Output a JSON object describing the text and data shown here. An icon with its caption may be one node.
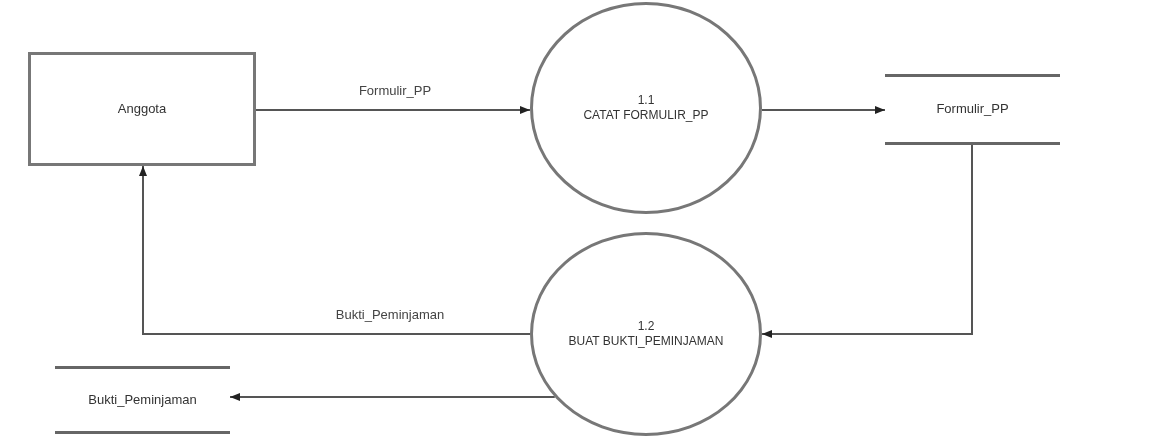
{
  "diagram": {
    "nodes": [
      {
        "text": [
          "Anggota"
        ]
      },
      {
        "text": [
          "1.1",
          "CATAT FORMULIR_PP"
        ]
      },
      {
        "text": [
          "Formulir_PP"
        ]
      },
      {
        "text": [
          "1.2",
          "BUAT BUKTI_PEMINJAMAN"
        ]
      },
      {
        "text": [
          "Bukti_Peminjaman"
        ]
      }
    ],
    "edges": [
      {
        "from": 0,
        "to": 1,
        "arrow": "to",
        "label": "Formulir_PP"
      },
      {
        "from": 1,
        "to": 2,
        "arrow": "to"
      },
      {
        "from": 2,
        "to": 3,
        "arrow": "to"
      },
      {
        "from": 3,
        "to": 0,
        "arrow": "to",
        "label": "Bukti_Peminjaman"
      },
      {
        "from": 3,
        "to": 4,
        "arrow": "to"
      }
    ]
  }
}
